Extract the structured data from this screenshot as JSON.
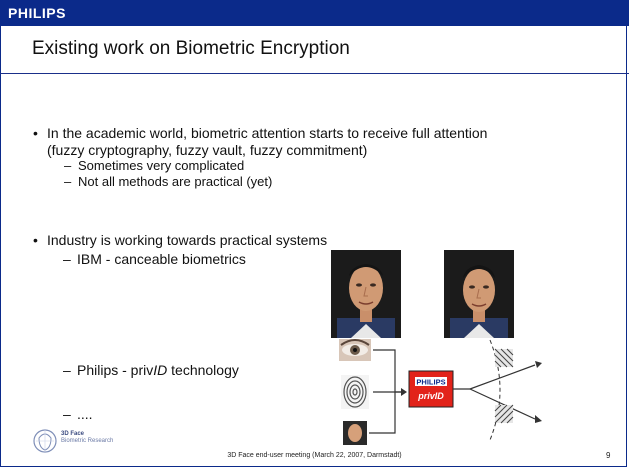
{
  "header": {
    "brand": "PHILIPS"
  },
  "slide": {
    "title": "Existing work on Biometric Encryption",
    "bullet1": {
      "line1": "In the academic world, biometric attention starts to receive full attention",
      "line2": "(fuzzy cryptography, fuzzy vault, fuzzy commitment)",
      "subs": [
        "Sometimes very complicated",
        "Not all methods are practical (yet)"
      ]
    },
    "bullet2": {
      "text": "Industry is working towards practical systems",
      "ibm": "IBM  - canceable biometrics",
      "philips_prefix": "Philips - priv",
      "philips_id": "ID",
      "philips_suffix": " technology",
      "more": "...."
    },
    "diagram": {
      "box_brand": "PHILIPS",
      "box_label_prefix": "priv",
      "box_label_id": "ID"
    }
  },
  "footer": {
    "meeting": "3D Face end-user meeting (March 22, 2007, Darmstadt)",
    "page": "9",
    "logo_line1": "3D Face",
    "logo_line2": "Biometric Research"
  },
  "colors": {
    "brand_blue": "#0b2a8a",
    "privid_red": "#e2231a"
  }
}
